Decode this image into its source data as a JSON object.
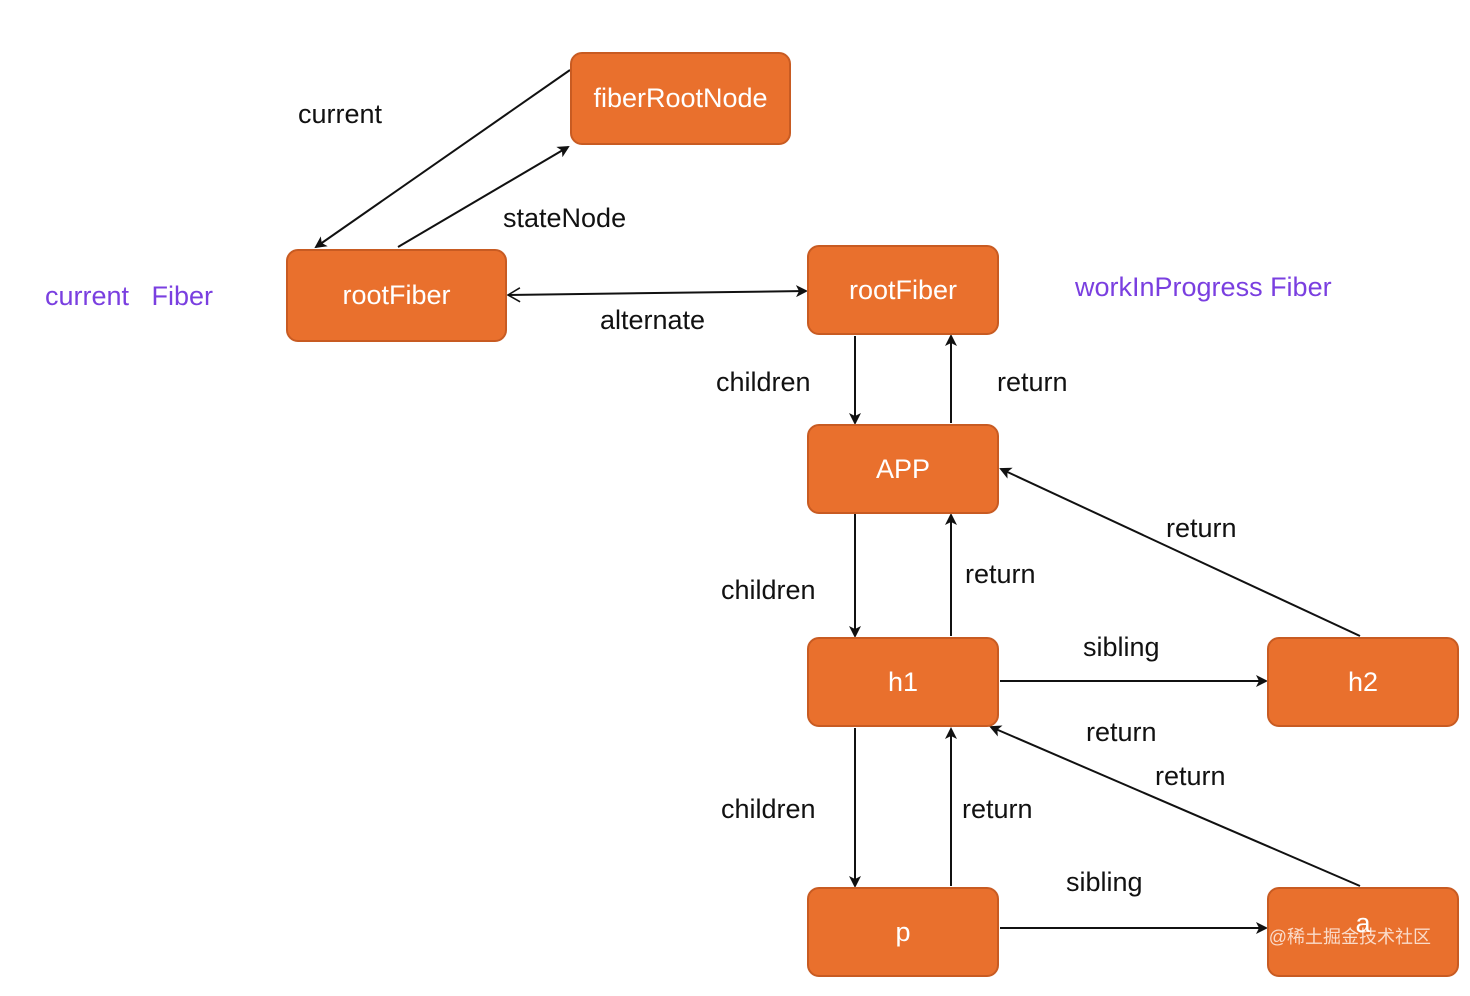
{
  "nodes": {
    "fiber_root_node": "fiberRootNode",
    "current_root_fiber": "rootFiber",
    "wip_root_fiber": "rootFiber",
    "app": "APP",
    "h1": "h1",
    "h2": "h2",
    "p": "p",
    "a": "a"
  },
  "edge_labels": {
    "current": "current",
    "state_node": "stateNode",
    "alternate": "alternate",
    "children_1": "children",
    "return_1": "return",
    "children_2": "children",
    "return_2": "return",
    "return_h2": "return",
    "sibling_h1_h2": "sibling",
    "return_h1_a": "return",
    "return_a": "return",
    "children_3": "children",
    "return_p": "return",
    "sibling_p_a": "sibling"
  },
  "side_labels": {
    "current_fiber": "current   Fiber",
    "wip_fiber": "workInProgress Fiber"
  },
  "watermark": "@稀土掘金技术社区",
  "colors": {
    "node_fill": "#e9702d",
    "node_border": "#c85b22",
    "side_label": "#7a3fe0",
    "edge": "#111111"
  }
}
